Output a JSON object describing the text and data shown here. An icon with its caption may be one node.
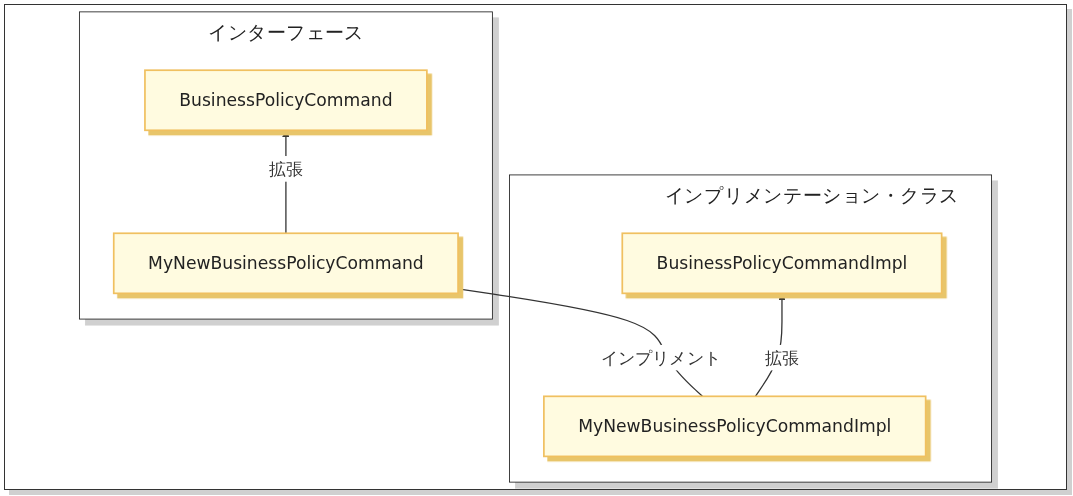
{
  "diagram": {
    "nodes": [
      {
        "text": [
          "インプリメンテーション・クラス"
        ]
      },
      {
        "text": [
          "BusinessPolicyCommandImpl"
        ],
        "in": 0
      },
      {
        "text": [
          "MyNewBusinessPolicyCommandImpl"
        ],
        "in": 0
      },
      {
        "text": [
          "インターフェース"
        ]
      },
      {
        "text": [
          "BusinessPolicyCommand"
        ],
        "in": 3
      },
      {
        "text": [
          "MyNewBusinessPolicyCommand"
        ],
        "in": 3
      }
    ],
    "edges": [
      {
        "from": 2,
        "to": 1,
        "label": "拡張",
        "arrow": "to"
      },
      {
        "from": 5,
        "to": 4,
        "label": "拡張",
        "arrow": "to"
      },
      {
        "from": 2,
        "to": 5,
        "label": "インプリメント",
        "arrow": "none"
      }
    ]
  }
}
